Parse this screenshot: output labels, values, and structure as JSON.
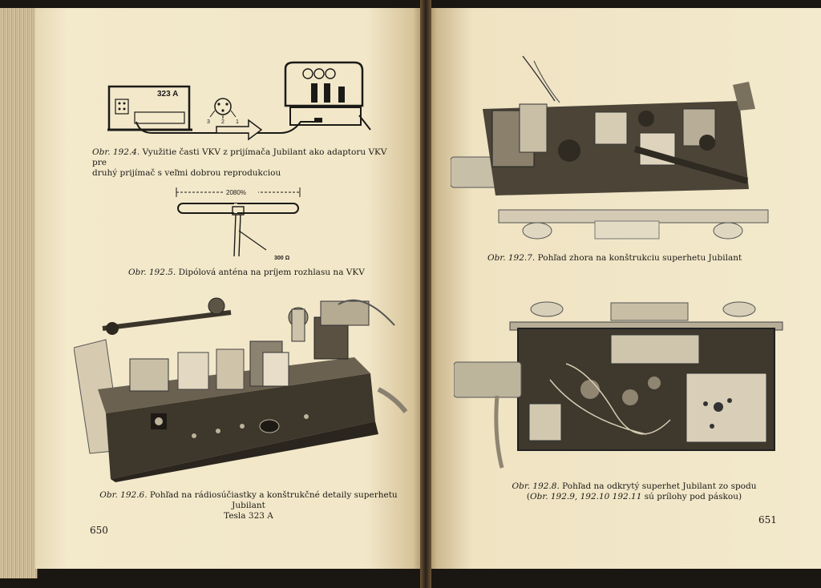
{
  "left_page": {
    "fig_192_4": {
      "box_label": "323 A",
      "pin_labels": [
        "3",
        "2",
        "1"
      ],
      "caption_ref": "Obr. 192.4.",
      "caption_line1": "Využitie časti VKV z prijímača Jubilant ako adaptoru VKV pre",
      "caption_line2": "druhý prijímač s veľmi dobrou reprodukciou"
    },
    "fig_192_5": {
      "length_label": "2080%",
      "impedance_label": "300 Ω",
      "caption_ref": "Obr. 192.5.",
      "caption_text": "Dipólová anténa na príjem rozhlasu na VKV"
    },
    "fig_192_6": {
      "caption_ref": "Obr. 192.6.",
      "caption_line1": "Pohľad na rádiosúčiastky a konštrukčné detaily superhetu Jubilant",
      "caption_line2": "Tesla 323 A"
    },
    "page_number": "650"
  },
  "right_page": {
    "fig_192_7": {
      "caption_ref": "Obr. 192.7.",
      "caption_text": "Pohľad zhora na konštrukciu superhetu Jubilant"
    },
    "fig_192_8": {
      "caption_ref": "Obr. 192.8.",
      "caption_line1": "Pohľad na odkrytý superhet Jubilant zo spodu",
      "caption_line2_open": "(",
      "caption_line2_refs": "Obr. 192.9, 192.10 192.11",
      "caption_line2_rest": " sú prílohy pod páskou)"
    },
    "page_number": "651"
  }
}
